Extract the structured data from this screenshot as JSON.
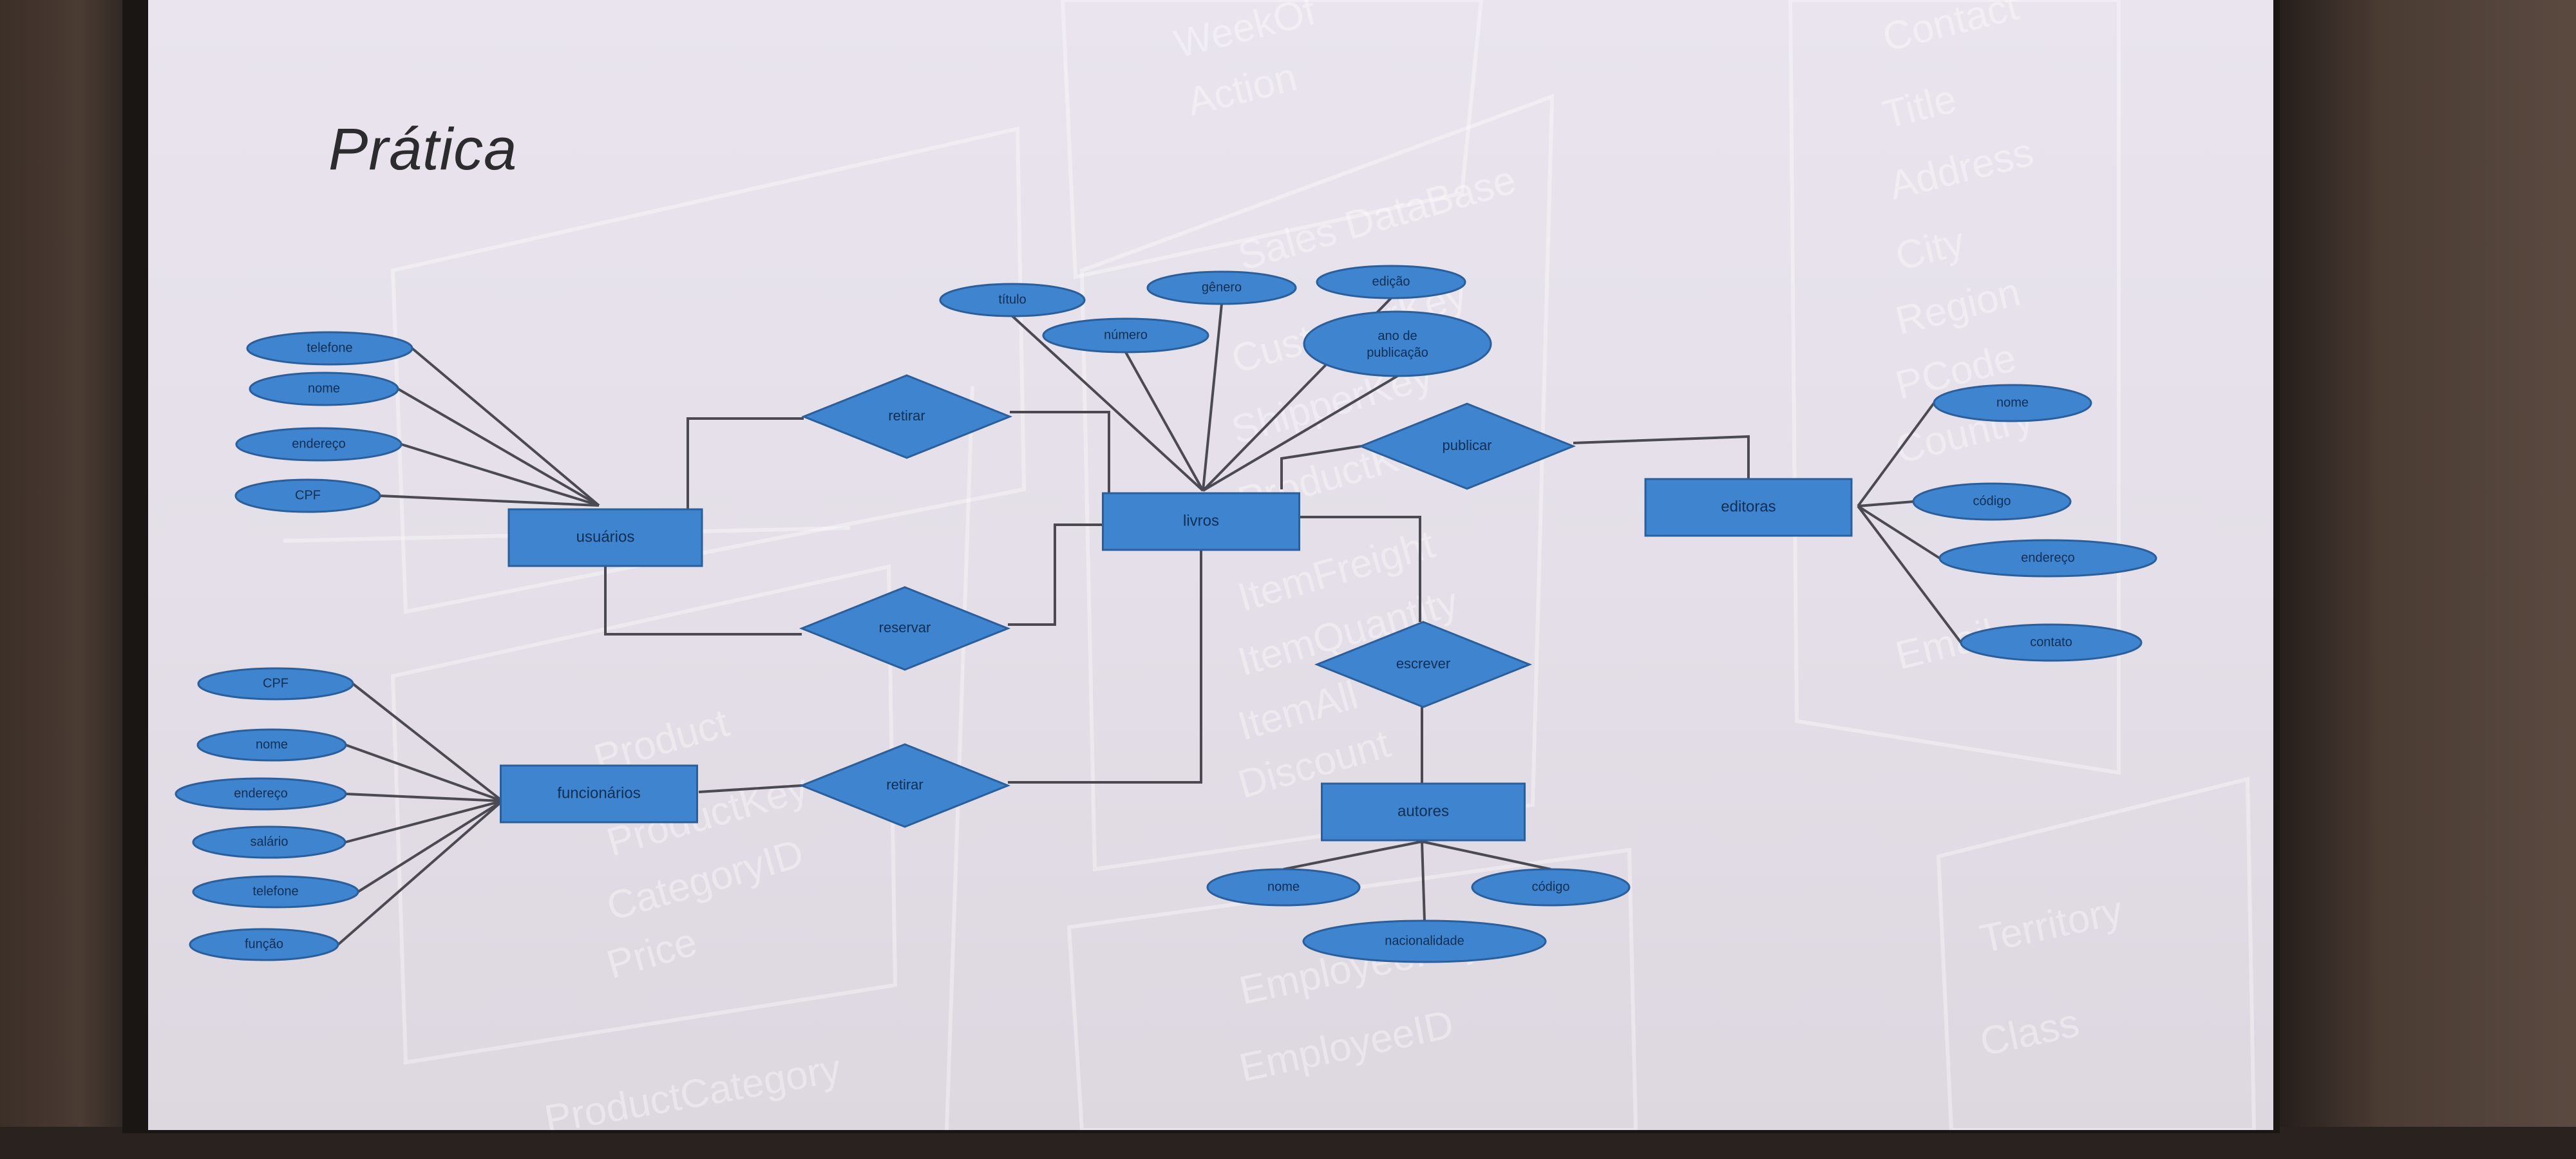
{
  "slide": {
    "title": "Prática"
  },
  "background_text": [
    "WeekOf",
    "Action",
    "Sales DataBase",
    "CustomerKey",
    "ShipperKey",
    "ProductKey",
    "ItemFreight",
    "ItemQuantity",
    "ItemAll",
    "Discount",
    "Product",
    "ProductKey",
    "CategoryID",
    "Price",
    "EmployeeKey",
    "EmployeeID",
    "ProductCategory",
    "Contact",
    "Title",
    "Address",
    "City",
    "Region",
    "PCode",
    "Country",
    "Email",
    "Territory",
    "Class"
  ],
  "er_diagram": {
    "entities": [
      {
        "id": "usuarios",
        "label": "usuários"
      },
      {
        "id": "livros",
        "label": "livros"
      },
      {
        "id": "editoras",
        "label": "editoras"
      },
      {
        "id": "funcionarios",
        "label": "funcionários"
      },
      {
        "id": "autores",
        "label": "autores"
      }
    ],
    "relationships": [
      {
        "id": "retirar1",
        "label": "retirar"
      },
      {
        "id": "reservar",
        "label": "reservar"
      },
      {
        "id": "retirar2",
        "label": "retirar"
      },
      {
        "id": "publicar",
        "label": "publicar"
      },
      {
        "id": "escrever",
        "label": "escrever"
      }
    ],
    "attributes": {
      "usuarios": [
        "telefone",
        "nome",
        "endereço",
        "CPF"
      ],
      "livros": [
        "título",
        "número",
        "gênero",
        "edição",
        "ano de publicação"
      ],
      "editoras": [
        "nome",
        "código",
        "endereço",
        "contato"
      ],
      "funcionarios": [
        "CPF",
        "nome",
        "endereço",
        "salário",
        "telefone",
        "função"
      ],
      "autores": [
        "nome",
        "código",
        "nacionalidade"
      ]
    },
    "colors": {
      "shape_fill": "#3f84cf",
      "shape_stroke": "#2a5f9c",
      "line": "#4b4a52",
      "text": "#0f2f55"
    }
  }
}
